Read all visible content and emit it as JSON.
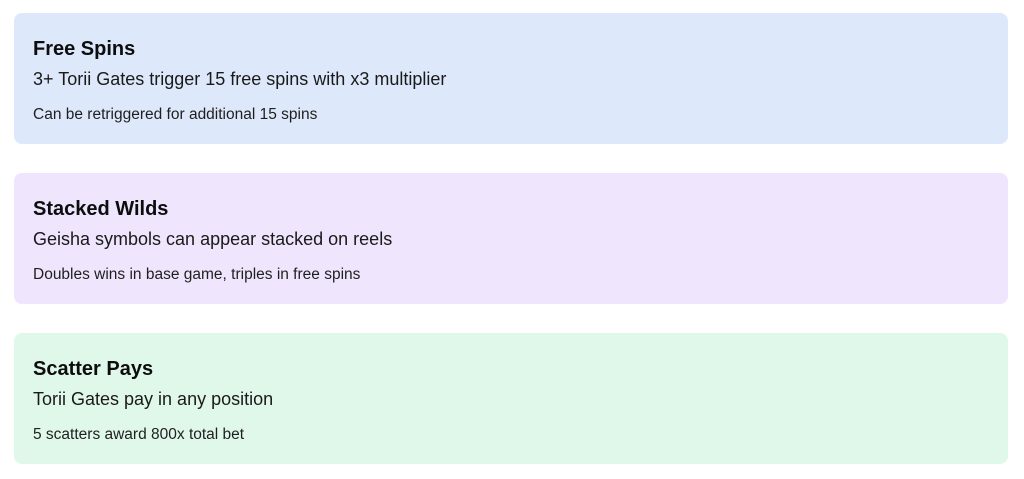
{
  "features": [
    {
      "title": "Free Spins",
      "description": "3+ Torii Gates trigger 15 free spins with x3 multiplier",
      "note": "Can be retriggered for additional 15 spins",
      "background": "#dde8fb"
    },
    {
      "title": "Stacked Wilds",
      "description": "Geisha symbols can appear stacked on reels",
      "note": "Doubles wins in base game, triples in free spins",
      "background": "#efe5fc"
    },
    {
      "title": "Scatter Pays",
      "description": "Torii Gates pay in any position",
      "note": "5 scatters award 800x total bet",
      "background": "#e0f8e9"
    }
  ]
}
